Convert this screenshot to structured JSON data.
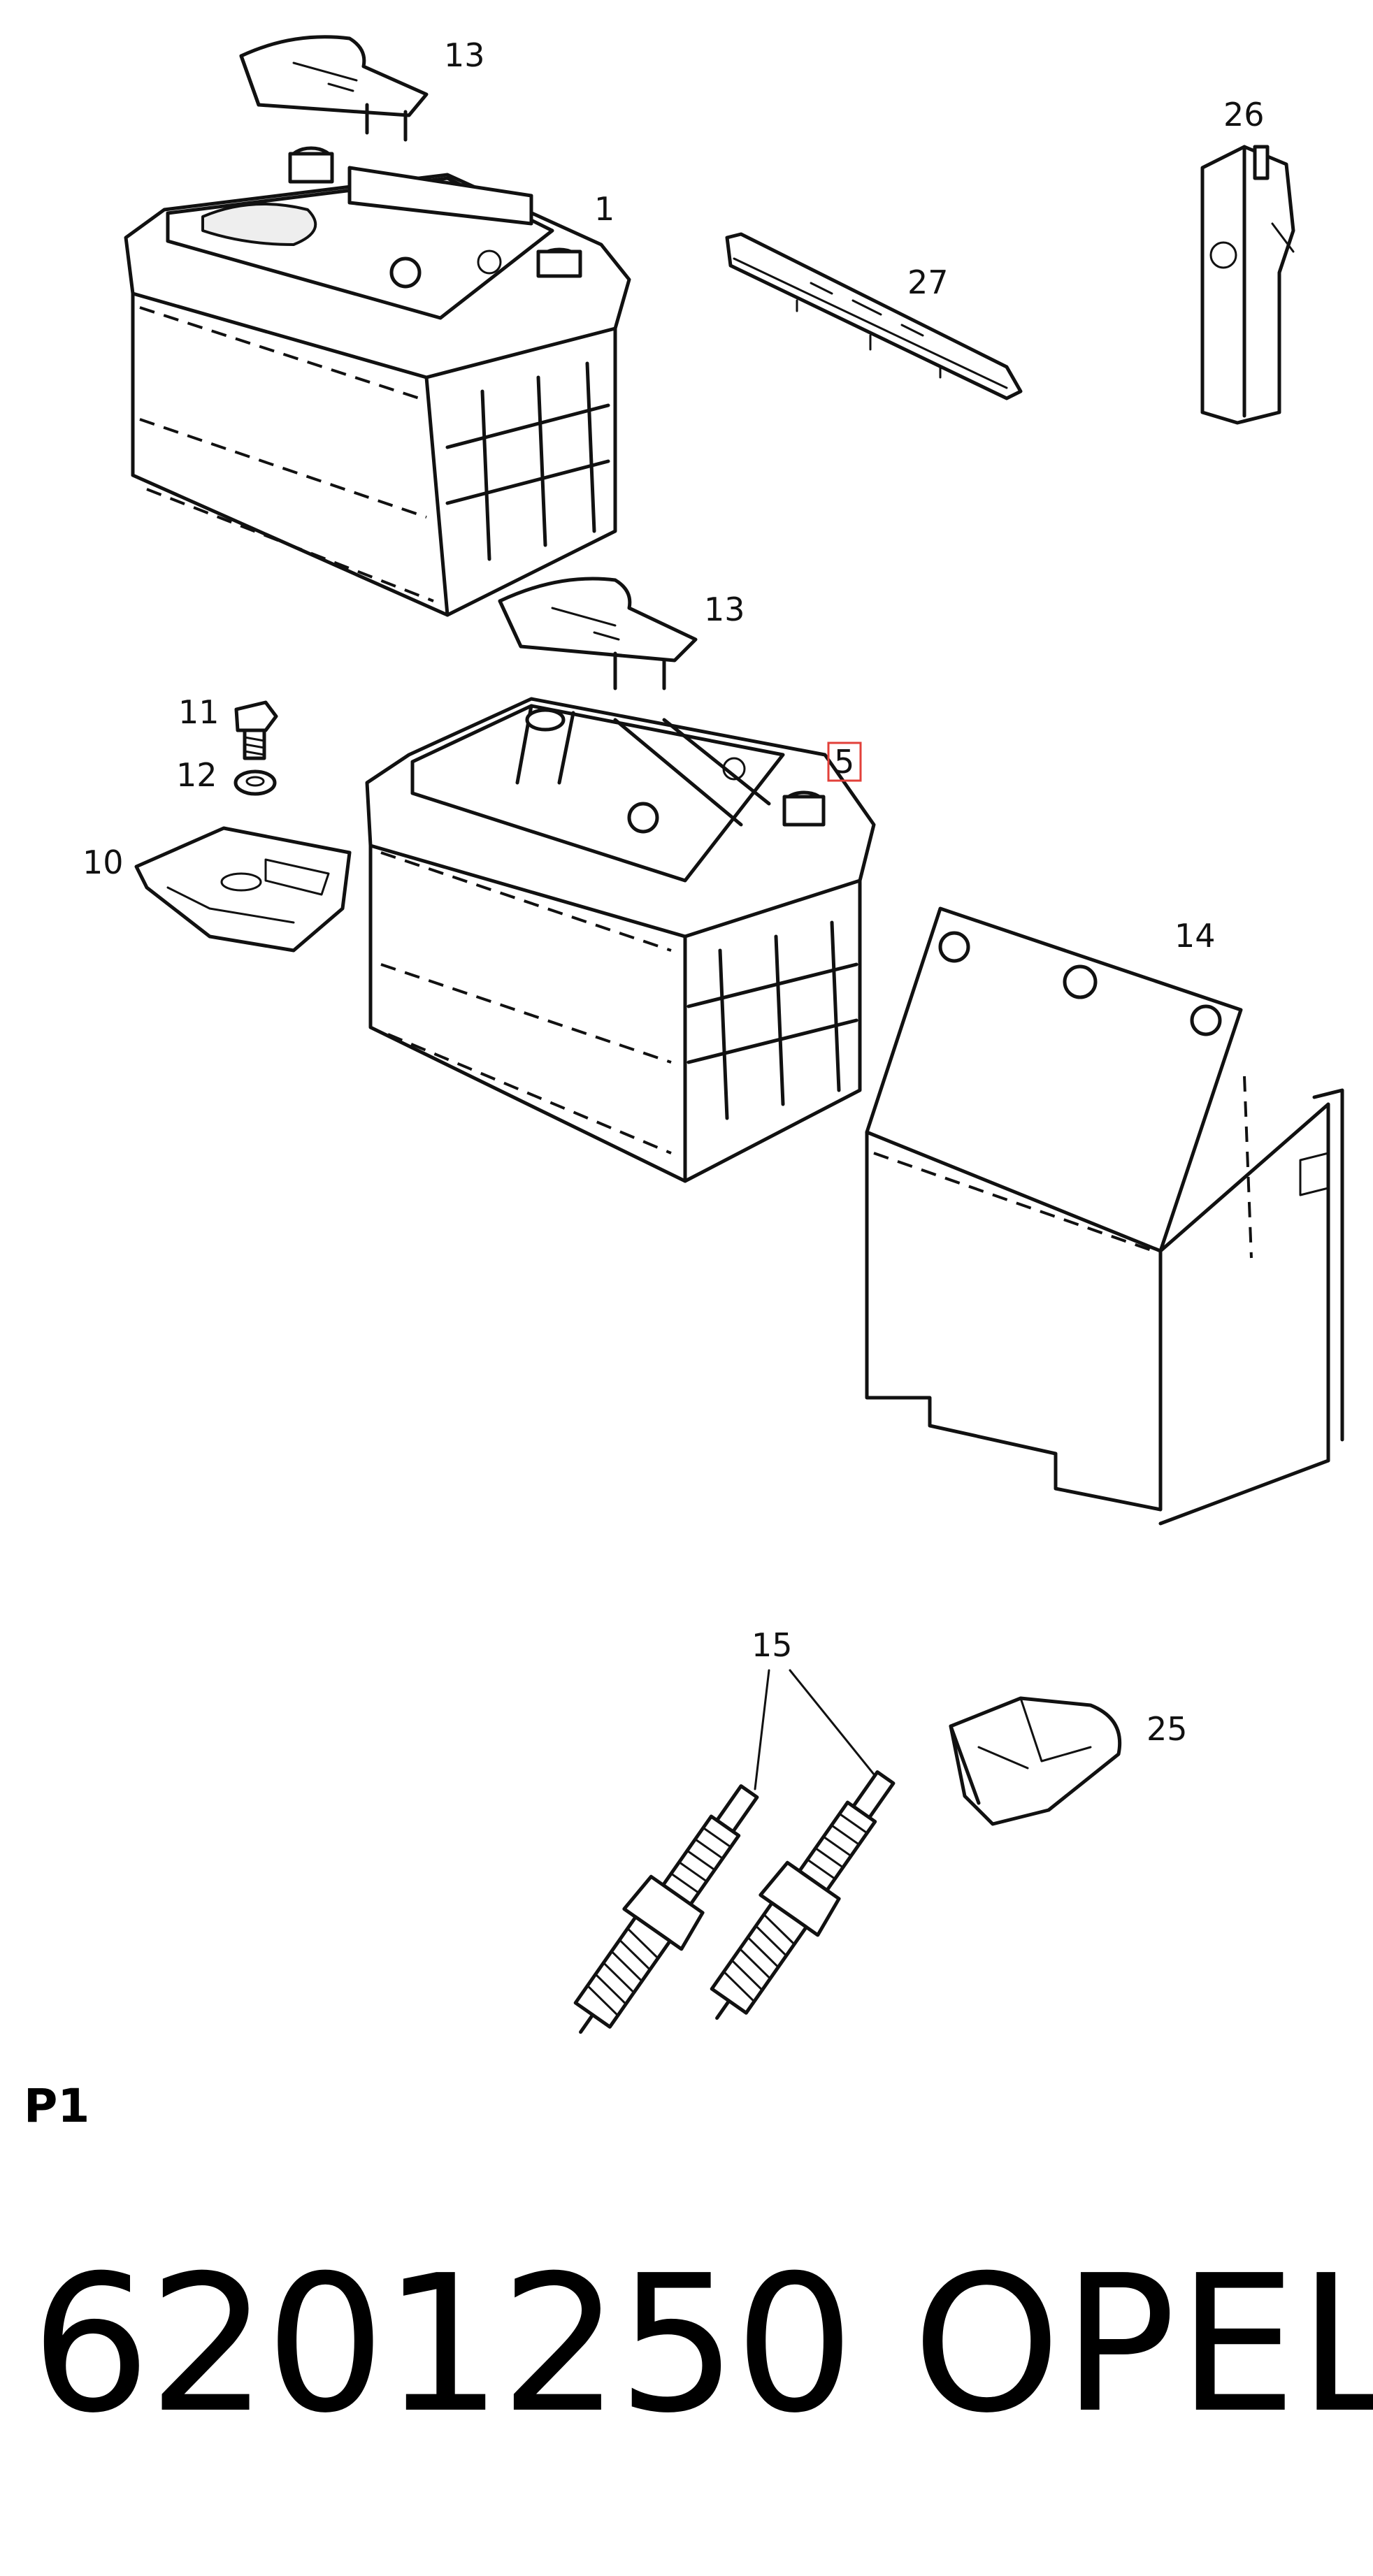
{
  "callouts": {
    "c13a": "13",
    "c1": "1",
    "c26": "26",
    "c27": "27",
    "c13b": "13",
    "c11": "11",
    "c12": "12",
    "c5": "5",
    "c10": "10",
    "c14": "14",
    "c15": "15",
    "c25": "25"
  },
  "page_label": "P1",
  "part_number": "6201250",
  "brand": "OPEL",
  "colors": {
    "highlight_box": "#e2403a",
    "line": "#111111",
    "background": "#ffffff"
  }
}
